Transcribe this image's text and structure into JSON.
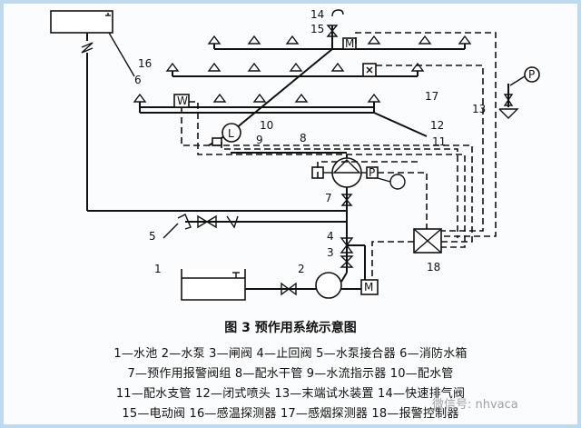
{
  "figure": {
    "caption": "图 3   预作用系统示意图",
    "callouts": [
      "1",
      "2",
      "3",
      "4",
      "5",
      "6",
      "7",
      "8",
      "9",
      "10",
      "11",
      "12",
      "13",
      "14",
      "15",
      "16",
      "17",
      "18"
    ],
    "symbols": {
      "pressure_gauge": "P",
      "flow_indicator": "L",
      "temp_detector": "W",
      "motor_valve": "M"
    }
  },
  "legend": {
    "line1": "1—水池   2—水泵   3—闸阀   4—止回阀   5—水泵接合器   6—消防水箱",
    "line2": "7—预作用报警阀组   8—配水干管   9—水流指示器   10—配水管",
    "line3": "11—配水支管   12—闭式喷头   13—末端试水装置   14—快速排气阀",
    "line4": "15—电动阀   16—感温探测器   17—感烟探测器   18—报警控制器"
  },
  "watermark": "微信号: nhvaca"
}
